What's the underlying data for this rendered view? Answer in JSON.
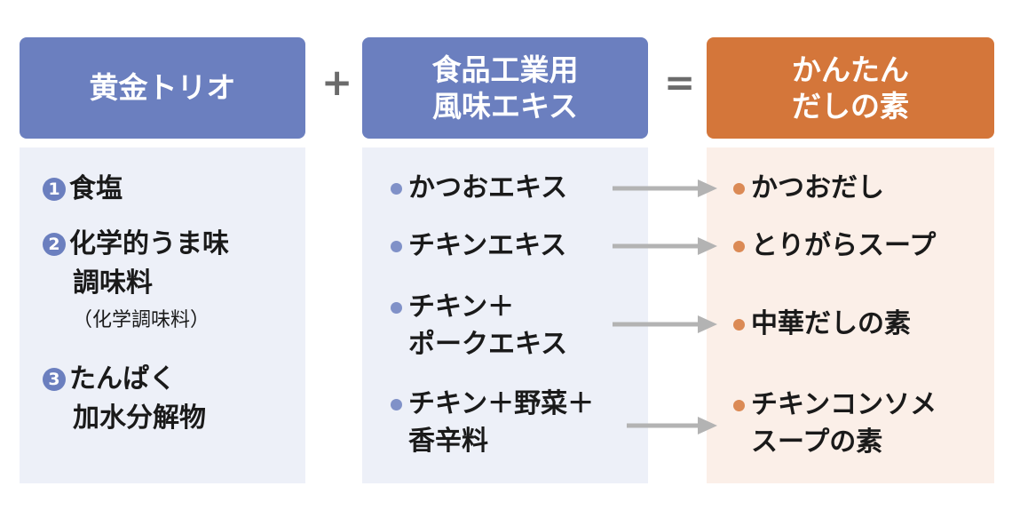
{
  "headers": {
    "trio": "黄金トリオ",
    "extract": [
      "食品工業用",
      "風味エキス"
    ],
    "dashi": [
      "かんたん",
      "だしの素"
    ]
  },
  "operators": {
    "plus": "+",
    "equals": "="
  },
  "trio_items": [
    {
      "num": "1",
      "lines": [
        "食塩"
      ]
    },
    {
      "num": "2",
      "lines": [
        "化学的うま味",
        "調味料"
      ],
      "note": "（化学調味料）"
    },
    {
      "num": "3",
      "lines": [
        "たんぱく",
        "加水分解物"
      ]
    }
  ],
  "extracts": [
    [
      "かつおエキス"
    ],
    [
      "チキンエキス"
    ],
    [
      "チキン＋",
      "ポークエキス"
    ],
    [
      "チキン＋野菜＋",
      "香辛料"
    ]
  ],
  "dashi_items": [
    [
      "かつおだし"
    ],
    [
      "とりがらスープ"
    ],
    [
      "中華だしの素"
    ],
    [
      "チキンコンソメ",
      "スープの素"
    ]
  ],
  "colors": {
    "header_blue": "#6b7fbf",
    "header_orange": "#d4763a",
    "panel_blue": "#edf0f8",
    "panel_orange": "#fbefe8",
    "arrow": "#b3b3b3"
  }
}
